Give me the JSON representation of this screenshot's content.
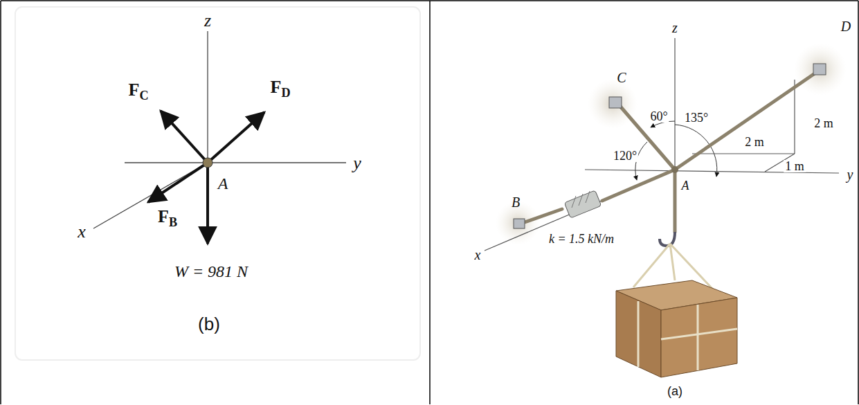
{
  "diagram": {
    "labels": [
      "z",
      "FC",
      "FD",
      "y",
      "A",
      "x",
      "FB",
      "W = 981 N",
      "(b)",
      "z",
      "D",
      "C",
      "60°",
      "135°",
      "2 m",
      "2 m",
      "120°",
      "1 m",
      "y",
      "A",
      "B",
      "k = 1.5 kN/m",
      "x",
      "(a)"
    ]
  }
}
